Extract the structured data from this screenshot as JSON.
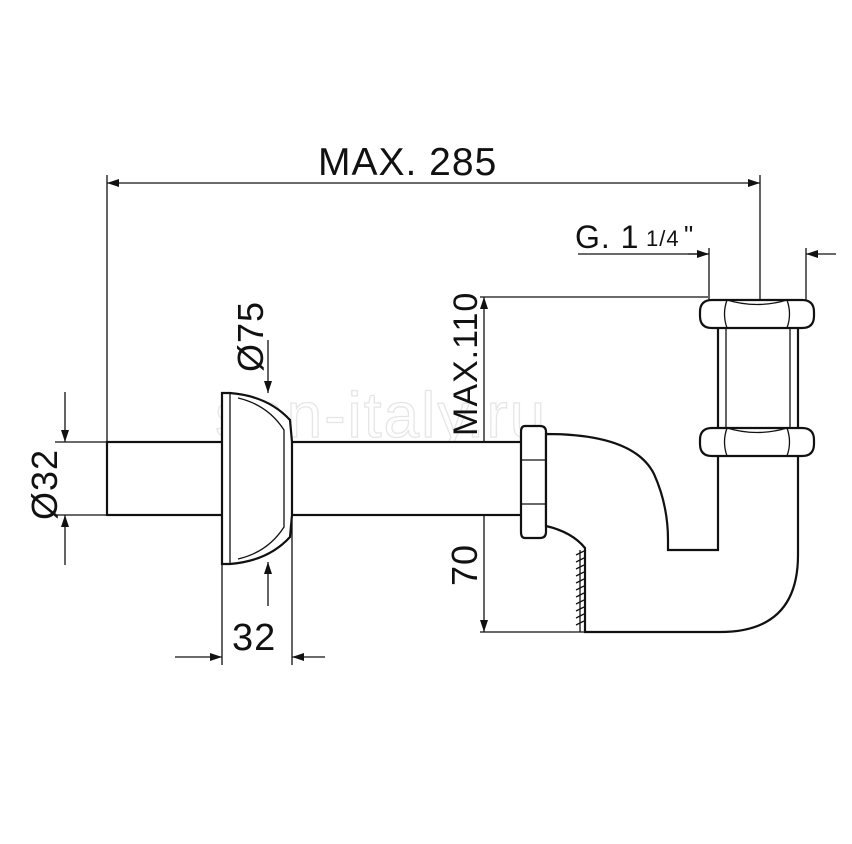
{
  "dimensions": {
    "overall_length": "MAX. 285",
    "thread_size_main": "G. 1",
    "thread_size_fraction": "1/4",
    "thread_size_suffix": "\"",
    "flange_diameter": "Ø75",
    "pipe_diameter": "Ø32",
    "flange_width": "32",
    "max_height": "MAX.110",
    "drop_height": "70"
  },
  "watermark": "san-italy.ru",
  "colors": {
    "line": "#111111",
    "background": "#ffffff",
    "watermark": "#e6e6e6"
  }
}
